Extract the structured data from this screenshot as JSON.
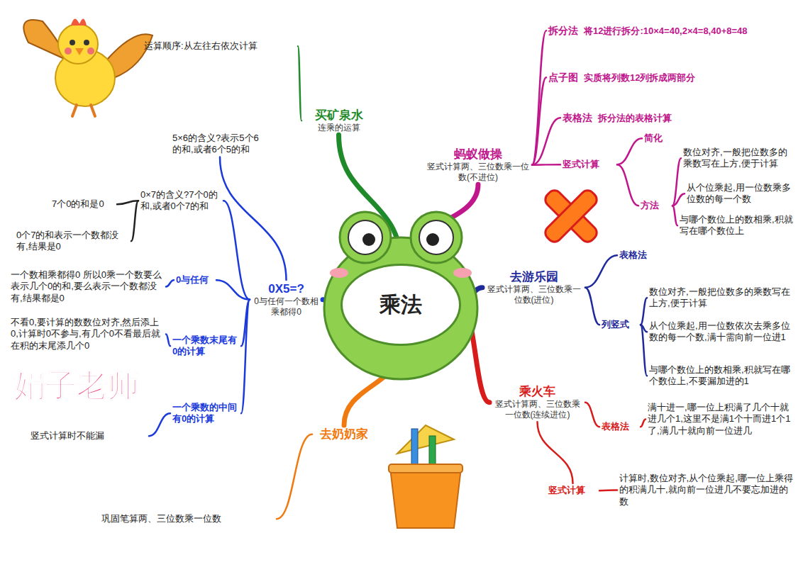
{
  "diagram": {
    "nodes": [
      {
        "text": [
          "乘法"
        ]
      },
      {
        "text": [
          "买矿泉水",
          "连乘的运算"
        ]
      },
      {
        "text": [
          "运算顺序:从左往右依次计算"
        ]
      },
      {
        "text": [
          "蚂蚁做操",
          "竖式计算两、三位数乘一位数(不进位)"
        ]
      },
      {
        "text": [
          "拆分法",
          "将12进行拆分:10×4=40,2×4=8,40+8=48"
        ]
      },
      {
        "text": [
          "点子图",
          "实质将列数12列拆成两部分"
        ]
      },
      {
        "text": [
          "表格法",
          "拆分法的表格计算"
        ]
      },
      {
        "text": [
          "竖式计算"
        ]
      },
      {
        "text": [
          "简化"
        ]
      },
      {
        "text": [
          "方法"
        ]
      },
      {
        "text": [
          "数位对齐,一般把位数多的乘数写在上方,便于计算"
        ]
      },
      {
        "text": [
          "从个位乘起,用一位数乘多位数的每一个数"
        ]
      },
      {
        "text": [
          "与哪个数位上的数相乘,积就写在哪个数位上"
        ]
      },
      {
        "text": [
          "去游乐园",
          "竖式计算两、三位数乘一位数(进位)"
        ]
      },
      {
        "text": [
          "表格法"
        ]
      },
      {
        "text": [
          "列竖式"
        ]
      },
      {
        "text": [
          "数位对齐,一般把位数多的乘数写在上方,便于计算"
        ]
      },
      {
        "text": [
          "从个位乘起,用一位数依次去乘多位数的每一个数,满十需向前一位进1"
        ]
      },
      {
        "text": [
          "与哪个数位上的数相乘,积就写在哪个数位上,不要漏加进的1"
        ]
      },
      {
        "text": [
          "乘火车",
          "竖式计算两、三位数乘一位数(连续进位)"
        ]
      },
      {
        "text": [
          "表格法"
        ]
      },
      {
        "text": [
          "满十进一,哪一位上积满了几个十就进几个1,这里不是满1个十而进1个1了,满几十就向前一位进几"
        ]
      },
      {
        "text": [
          "竖式计算"
        ]
      },
      {
        "text": [
          "计算时,数位对齐,从个位乘起,哪一位上乘得的积满几十,就向前一位进几不要忘加进的数"
        ]
      },
      {
        "text": [
          "去奶奶家"
        ]
      },
      {
        "text": [
          "巩固笔算两、三位数乘一位数"
        ]
      },
      {
        "text": [
          "0X5=?",
          "0与任何一个数相乘都得0"
        ]
      },
      {
        "text": [
          "5×6的含义?表示5个6的和,或者6个5的和"
        ]
      },
      {
        "text": [
          "0×7的含义?7个0的和,或者0个7的和"
        ]
      },
      {
        "text": [
          "7个0的和是0"
        ]
      },
      {
        "text": [
          "0个7的和表示一个数都没有,结果是0"
        ]
      },
      {
        "text": [
          "0与任何"
        ]
      },
      {
        "text": [
          "一个数相乘都得0 所以0乘一个数要么表示几个0的和,要么表示一个数都没有,结果都是0"
        ]
      },
      {
        "text": [
          "一个乘数末尾有0的计算"
        ]
      },
      {
        "text": [
          "不看0,要计算的数数位对齐,然后添上0,计算时0不参与,有几个0不看最后就在积的末尾添几个0"
        ]
      },
      {
        "text": [
          "一个乘数的中间有0的计算"
        ]
      },
      {
        "text": [
          "竖式计算时不能漏"
        ]
      }
    ],
    "edges": [
      {
        "from": 0,
        "to": 1,
        "arrow": "none"
      },
      {
        "from": 1,
        "to": 2,
        "arrow": "none"
      },
      {
        "from": 0,
        "to": 3,
        "arrow": "none"
      },
      {
        "from": 3,
        "to": 4,
        "arrow": "none"
      },
      {
        "from": 3,
        "to": 5,
        "arrow": "none"
      },
      {
        "from": 3,
        "to": 6,
        "arrow": "none"
      },
      {
        "from": 3,
        "to": 7,
        "arrow": "none"
      },
      {
        "from": 7,
        "to": 8,
        "arrow": "none"
      },
      {
        "from": 7,
        "to": 9,
        "arrow": "none"
      },
      {
        "from": 9,
        "to": 10,
        "arrow": "none"
      },
      {
        "from": 9,
        "to": 11,
        "arrow": "none"
      },
      {
        "from": 9,
        "to": 12,
        "arrow": "none"
      },
      {
        "from": 0,
        "to": 13,
        "arrow": "none"
      },
      {
        "from": 13,
        "to": 14,
        "arrow": "none"
      },
      {
        "from": 13,
        "to": 15,
        "arrow": "none"
      },
      {
        "from": 15,
        "to": 16,
        "arrow": "none"
      },
      {
        "from": 15,
        "to": 17,
        "arrow": "none"
      },
      {
        "from": 15,
        "to": 18,
        "arrow": "none"
      },
      {
        "from": 0,
        "to": 19,
        "arrow": "none"
      },
      {
        "from": 19,
        "to": 20,
        "arrow": "none"
      },
      {
        "from": 20,
        "to": 21,
        "arrow": "none"
      },
      {
        "from": 19,
        "to": 22,
        "arrow": "none"
      },
      {
        "from": 22,
        "to": 23,
        "arrow": "none"
      },
      {
        "from": 0,
        "to": 24,
        "arrow": "none"
      },
      {
        "from": 24,
        "to": 25,
        "arrow": "none"
      },
      {
        "from": 0,
        "to": 26,
        "arrow": "none"
      },
      {
        "from": 26,
        "to": 27,
        "arrow": "none"
      },
      {
        "from": 26,
        "to": 28,
        "arrow": "none"
      },
      {
        "from": 28,
        "to": 29,
        "arrow": "none"
      },
      {
        "from": 28,
        "to": 30,
        "arrow": "none"
      },
      {
        "from": 26,
        "to": 31,
        "arrow": "none"
      },
      {
        "from": 31,
        "to": 32,
        "arrow": "none"
      },
      {
        "from": 26,
        "to": 33,
        "arrow": "none"
      },
      {
        "from": 33,
        "to": 34,
        "arrow": "none"
      },
      {
        "from": 26,
        "to": 35,
        "arrow": "none"
      },
      {
        "from": 35,
        "to": 36,
        "arrow": "none"
      }
    ],
    "labels": [
      "娟子老师"
    ]
  }
}
